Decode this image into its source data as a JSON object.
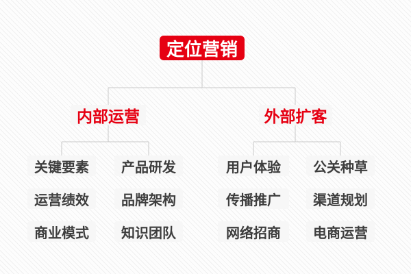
{
  "root": {
    "label": "定位营销"
  },
  "branches": [
    {
      "label": "内部运营",
      "children": [
        "关键要素",
        "产品研发",
        "运营绩效",
        "品牌架构",
        "商业模式",
        "知识团队"
      ]
    },
    {
      "label": "外部扩客",
      "children": [
        "用户体验",
        "公关种草",
        "传播推广",
        "渠道规划",
        "网络招商",
        "电商运营"
      ]
    }
  ],
  "colors": {
    "accent_red": "#e60012",
    "root_text": "#ffffff",
    "node_background": "#f7f7f7",
    "leaf_text": "#3d3d3d",
    "connector_line": "#c9c9c9",
    "page_stripe": "#f0f0f0"
  }
}
